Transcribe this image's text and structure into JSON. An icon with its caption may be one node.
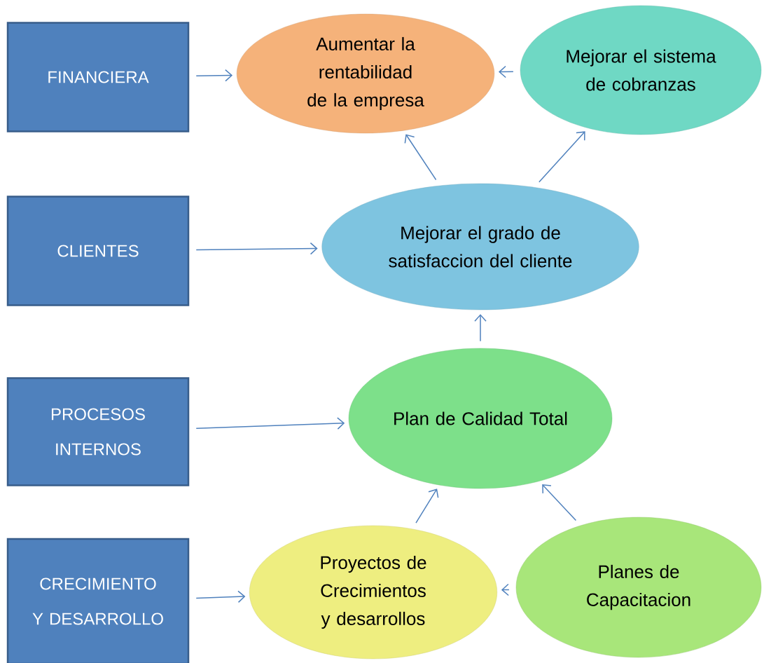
{
  "diagram": {
    "nodes": [
      {
        "text": [
          "FINANCIERA"
        ]
      },
      {
        "text": [
          "Aumentar la rentabilidad de la empresa"
        ]
      },
      {
        "text": [
          "Mejorar el sistema de cobranzas"
        ]
      },
      {
        "text": [
          "CLIENTES"
        ]
      },
      {
        "text": [
          "Mejorar el grado de satisfaccion del cliente"
        ]
      },
      {
        "text": [
          "PROCESOS INTERNOS"
        ]
      },
      {
        "text": [
          "Plan de Calidad Total"
        ]
      },
      {
        "text": [
          "CRECIMIENTO Y DESARROLLO"
        ]
      },
      {
        "text": [
          "Proyectos de Crecimientos y desarrollos"
        ]
      },
      {
        "text": [
          "Planes de Capacitacion"
        ]
      }
    ],
    "edges": [
      {
        "from": 0,
        "to": 1,
        "arrow": "to"
      },
      {
        "from": 2,
        "to": 1,
        "arrow": "to"
      },
      {
        "from": 4,
        "to": 1,
        "arrow": "to"
      },
      {
        "from": 4,
        "to": 2,
        "arrow": "to"
      },
      {
        "from": 3,
        "to": 4,
        "arrow": "to"
      },
      {
        "from": 6,
        "to": 4,
        "arrow": "to"
      },
      {
        "from": 5,
        "to": 6,
        "arrow": "to"
      },
      {
        "from": 8,
        "to": 6,
        "arrow": "to"
      },
      {
        "from": 9,
        "to": 6,
        "arrow": "to"
      },
      {
        "from": 7,
        "to": 8,
        "arrow": "to"
      },
      {
        "from": 9,
        "to": 8,
        "arrow": "to"
      }
    ]
  }
}
